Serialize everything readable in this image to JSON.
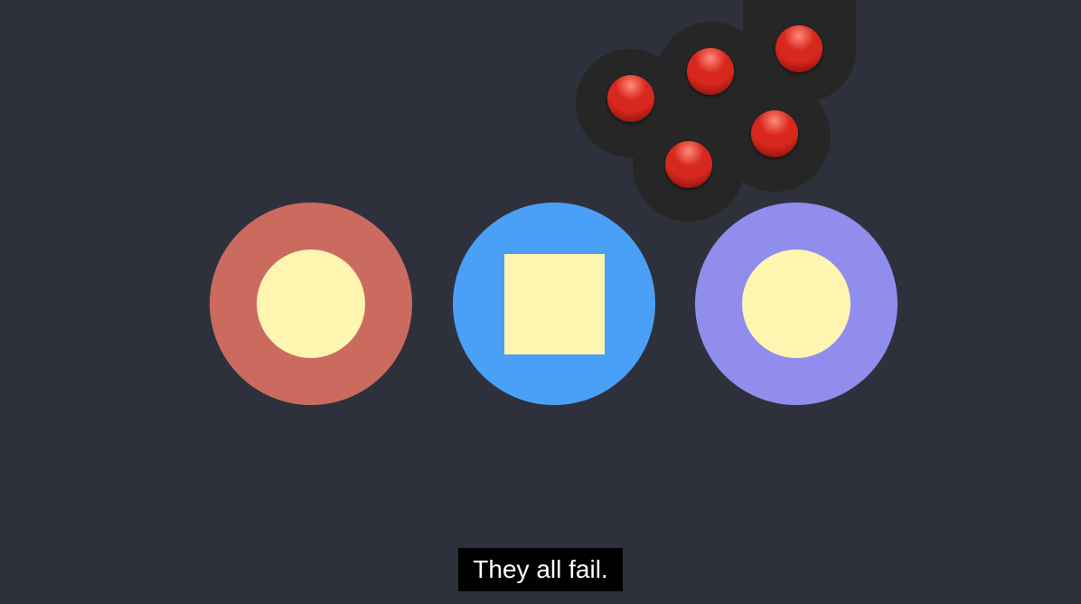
{
  "caption": {
    "text": "They all fail."
  },
  "colors": {
    "background": "#2e313b",
    "red_button": "#cb6b60",
    "blue_button": "#4aa0f7",
    "purple_button": "#908dec",
    "inner_shape": "#fdf5b0",
    "dark_disc": "#262626",
    "bead_highlight": "#ff8a7a",
    "bead_mid": "#d8271c",
    "bead_shadow": "#6e0b06"
  },
  "buttons": [
    {
      "name": "red-ring-button",
      "inner": "circle",
      "color_key": "red_button"
    },
    {
      "name": "blue-square-button",
      "inner": "square",
      "color_key": "blue_button"
    },
    {
      "name": "purple-ring-button",
      "inner": "circle",
      "color_key": "purple_button"
    }
  ],
  "bead_count": 5
}
